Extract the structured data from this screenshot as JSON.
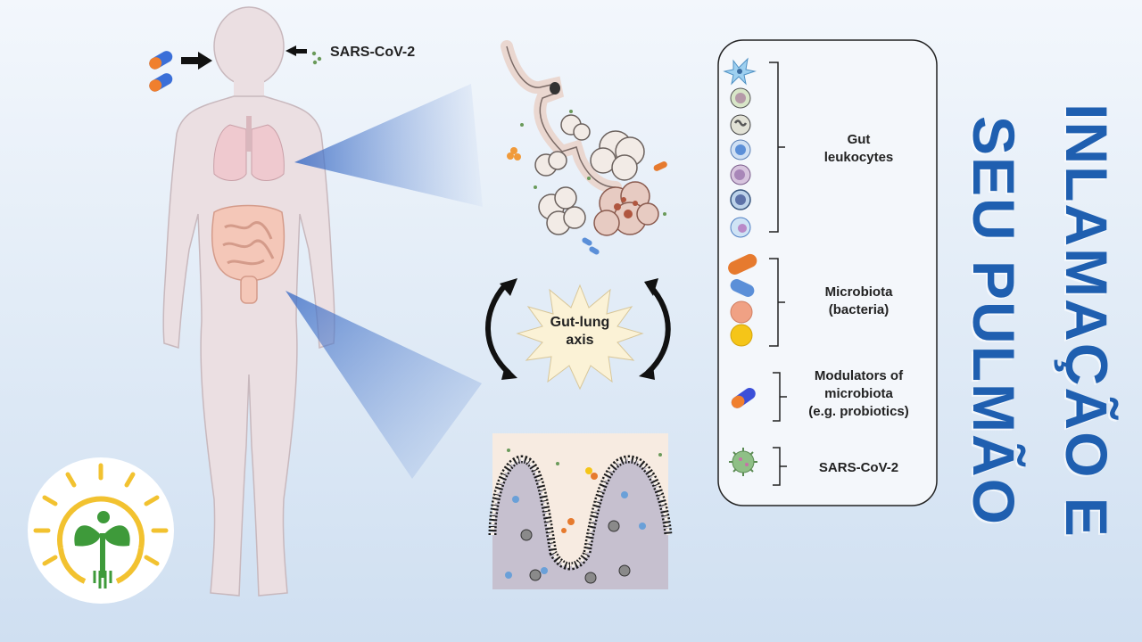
{
  "top_label": "SARS-CoV-2",
  "axis_label_line1": "Gut-lung",
  "axis_label_line2": "axis",
  "legend": {
    "gut_line1": "Gut",
    "gut_line2": "leukocytes",
    "micro_line1": "Microbiota",
    "micro_line2": "(bacteria)",
    "mod_line1": "Modulators of",
    "mod_line2": "microbiota",
    "mod_line3": "(e.g. probiotics)",
    "sars": "SARS-CoV-2"
  },
  "title_line1": "INLAMAÇÃO E",
  "title_line2": "SEU PULMÃO",
  "colors": {
    "title": "#1f5fb0",
    "body": "#e8dde0",
    "sun": "#f2c230",
    "leaf": "#3e9a3a",
    "bacteria_orange": "#e67a2e",
    "bacteria_blue": "#5b8fd8",
    "bacteria_pink": "#f0a184",
    "bacteria_yellow": "#f5c518"
  }
}
